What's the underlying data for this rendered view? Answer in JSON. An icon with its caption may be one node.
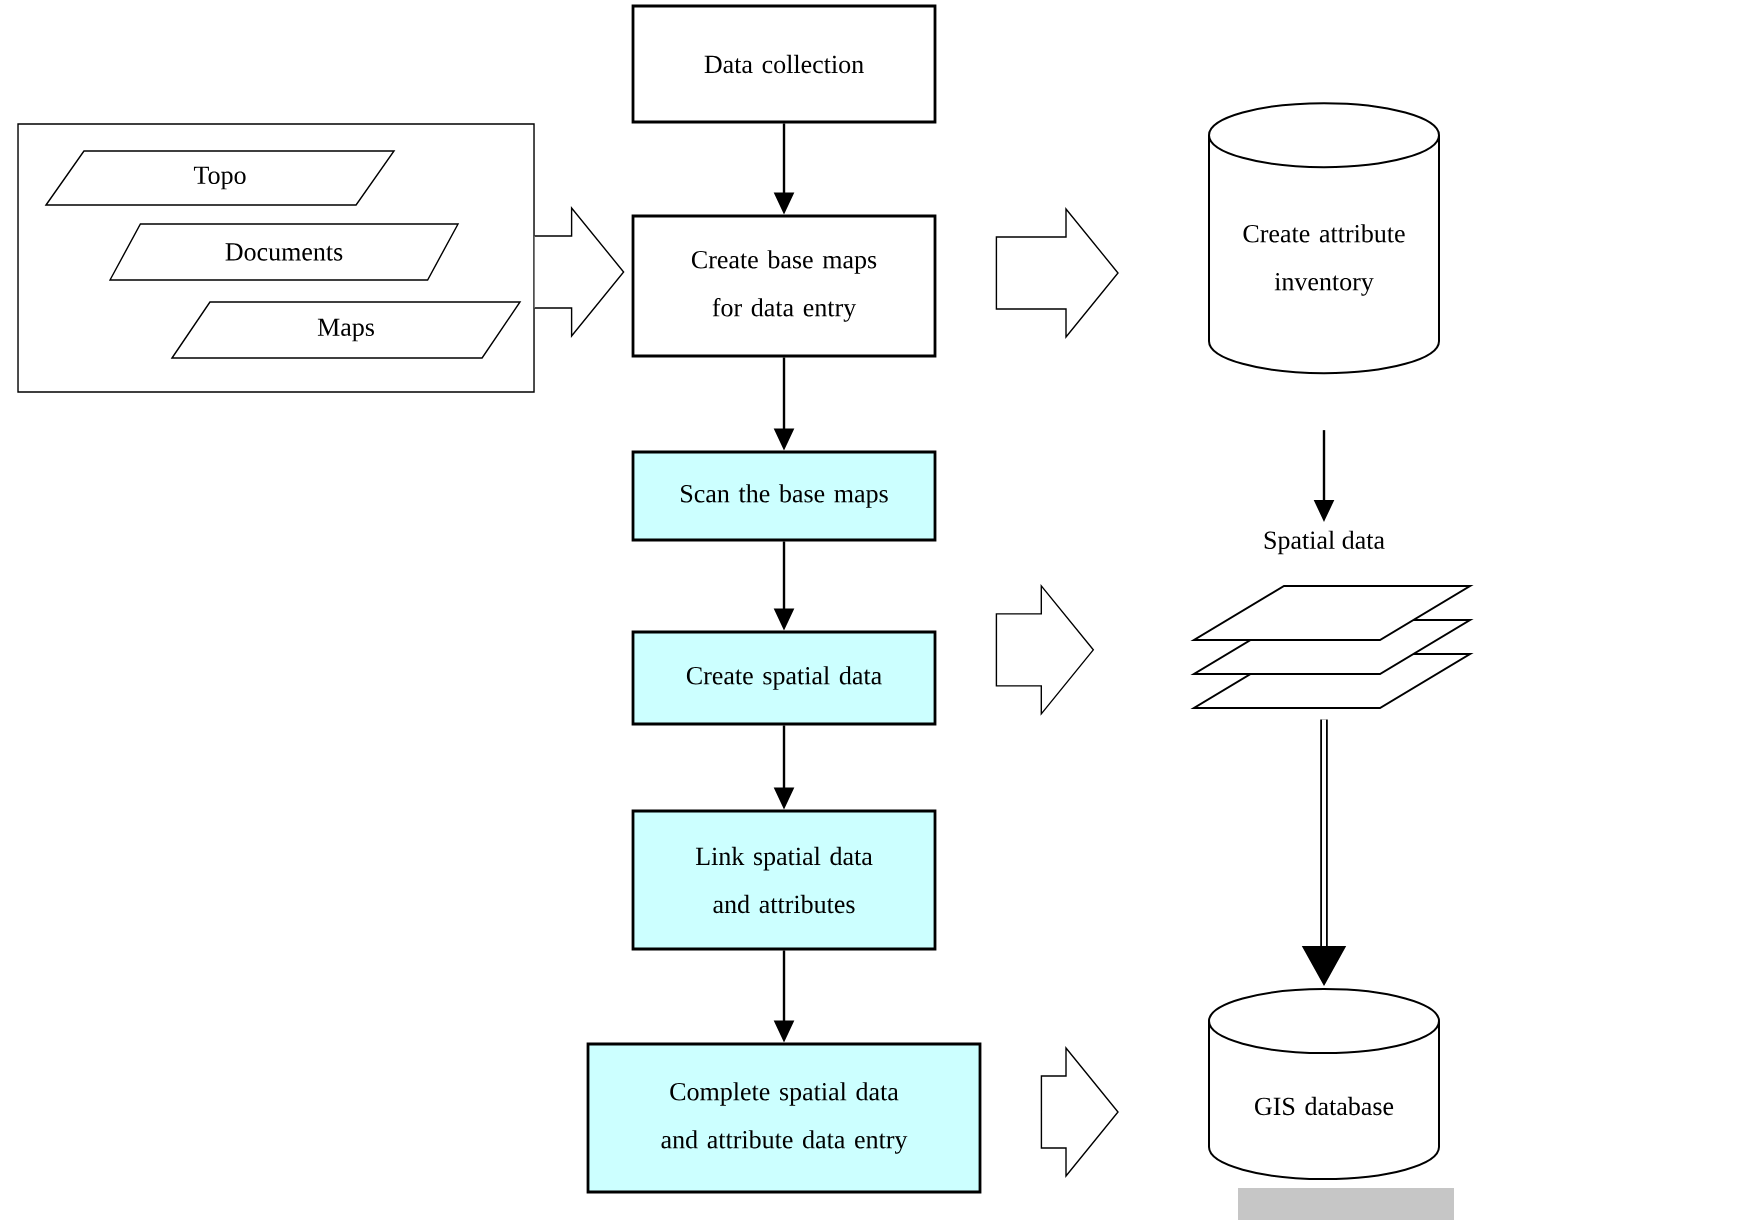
{
  "diagram": {
    "nodes": [
      {
        "text": [
          "Data collection"
        ]
      },
      {
        "text": [],
        "shape": "box"
      },
      {
        "text": [
          "Topo"
        ],
        "in": 1
      },
      {
        "text": [
          "Documents"
        ],
        "in": 1
      },
      {
        "text": [
          "Maps"
        ],
        "in": 1
      },
      {
        "text": [
          "Create base maps for data entry"
        ]
      },
      {
        "text": [
          "Create attribute inventory"
        ]
      },
      {
        "text": [
          "Scan the base maps"
        ]
      },
      {
        "text": [
          "Create spatial data"
        ]
      },
      {
        "text": [
          "Spatial data"
        ]
      },
      {
        "text": [
          "Link spatial data and attributes"
        ]
      },
      {
        "text": [
          "Complete spatial data and attribute data entry"
        ]
      },
      {
        "text": [
          "GIS database"
        ]
      }
    ],
    "edges": [
      {
        "from": 0,
        "to": 5,
        "arrow": "to"
      },
      {
        "from": 1,
        "to": 5,
        "arrow": "to",
        "style": "thick"
      },
      {
        "from": 5,
        "to": 7,
        "arrow": "to"
      },
      {
        "from": 7,
        "to": 8,
        "arrow": "to"
      },
      {
        "from": 8,
        "to": 10,
        "arrow": "to"
      },
      {
        "from": 10,
        "to": 11,
        "arrow": "to"
      },
      {
        "from": 5,
        "to": 6,
        "arrow": "to",
        "style": "thick"
      },
      {
        "from": 6,
        "to": 9,
        "arrow": "to"
      },
      {
        "from": 8,
        "to": 9,
        "arrow": "to",
        "style": "thick"
      },
      {
        "from": 9,
        "to": 12,
        "arrow": "to",
        "style": "thick"
      },
      {
        "from": 11,
        "to": 12,
        "arrow": "to",
        "style": "thick"
      }
    ]
  }
}
